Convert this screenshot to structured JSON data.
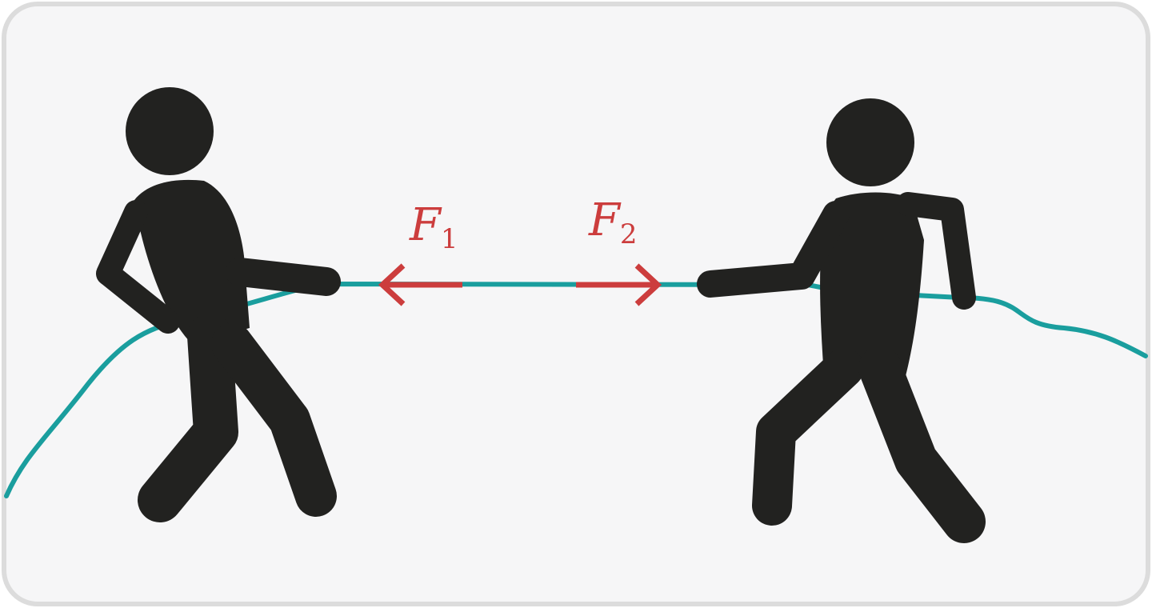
{
  "colors": {
    "background": "#f6f6f7",
    "frame": "#dcdcdc",
    "figure": "#222220",
    "rope": "#1a9e9e",
    "force": "#cc3d3d"
  },
  "forces": [
    {
      "symbol": "F",
      "subscript": "1",
      "direction": "left"
    },
    {
      "symbol": "F",
      "subscript": "2",
      "direction": "right"
    }
  ]
}
